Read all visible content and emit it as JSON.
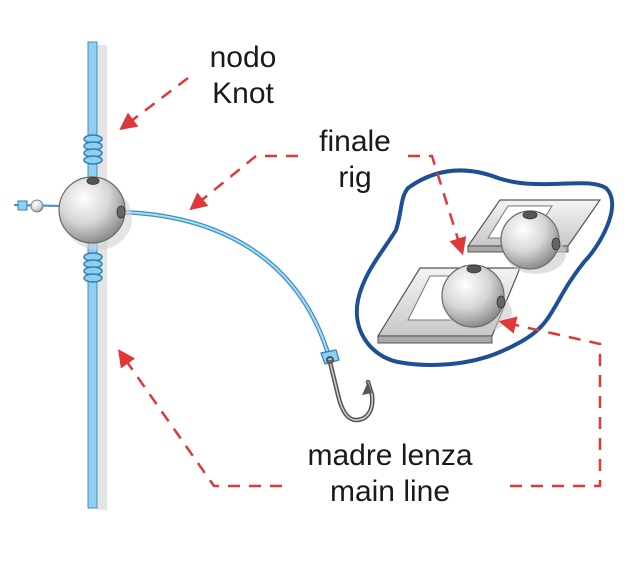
{
  "labels": {
    "knot": {
      "line1": "nodo",
      "line2": "Knot"
    },
    "rig": {
      "line1": "finale",
      "line2": "rig"
    },
    "main_line": {
      "line1": "madre lenza",
      "line2": "main line"
    }
  },
  "colors": {
    "line_blue": "#7cc4ea",
    "line_blue_dark": "#3e8fc4",
    "arrow_red": "#e0383a",
    "outline_blue": "#1d4f94",
    "bead_grey": "#d9d9d9"
  }
}
